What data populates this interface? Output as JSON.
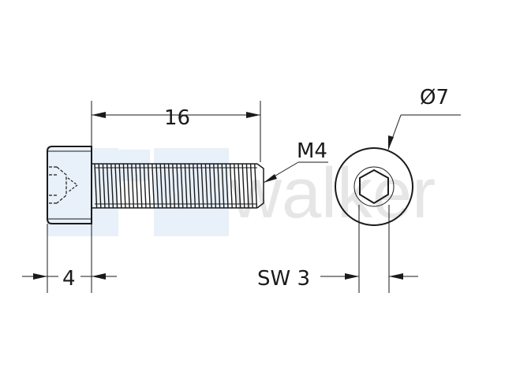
{
  "watermark": {
    "text": "walker",
    "block_color": "#e8f0f9",
    "text_color": "#e6e6e6"
  },
  "dimensions": {
    "length": "16",
    "head_height": "4",
    "thread": "M4",
    "head_diameter": "Ø7",
    "socket_size": "SW 3"
  },
  "colors": {
    "line": "#1a1a1a",
    "background": "#ffffff"
  }
}
